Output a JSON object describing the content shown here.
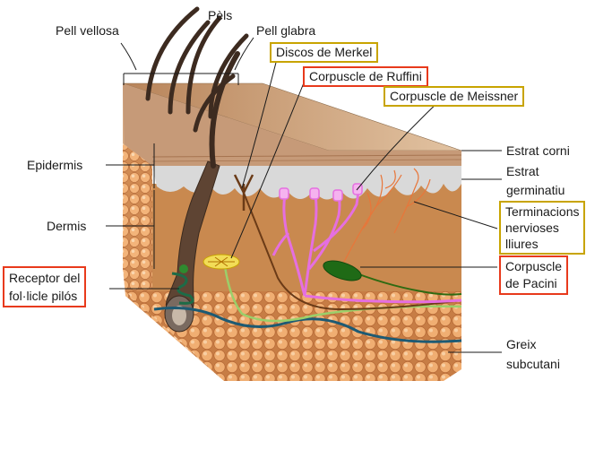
{
  "labels": {
    "pels": "Pèls",
    "pell_vellosa": "Pell vellosa",
    "pell_glabra": "Pell glabra",
    "epidermis": "Epidermis",
    "dermis": "Dermis",
    "estrat_corni": "Estrat corni",
    "estrat_germinatiu_1": "Estrat",
    "estrat_germinatiu_2": "germinatiu",
    "greix_1": "Greix",
    "greix_2": "subcutani"
  },
  "boxed_labels": {
    "merkel": "Discos de Merkel",
    "ruffini": "Corpuscle de Ruffini",
    "meissner": "Corpuscle de Meissner",
    "terminacions_1": "Terminacions",
    "terminacions_2": "nervioses",
    "terminacions_3": "lliures",
    "pacini_1": "Corpuscle",
    "pacini_2": "de Pacini",
    "receptor_1": "Receptor del",
    "receptor_2": "fol·licle pilós"
  },
  "colors": {
    "box_yellow": "#c8a400",
    "box_red": "#e83a1c"
  }
}
